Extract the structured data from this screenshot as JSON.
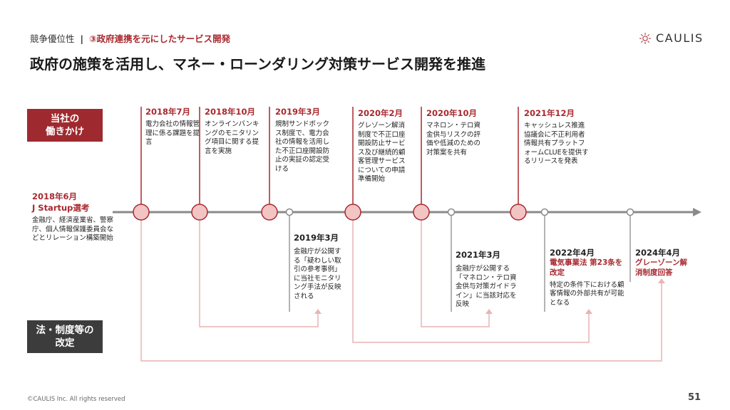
{
  "header": {
    "category": "競争優位性",
    "separator": "|",
    "section": "③政府連携を元にしたサービス開発",
    "title": "政府の施策を活用し、マネー・ローンダリング対策サービス開発を推進"
  },
  "logo": {
    "name": "CAULIS"
  },
  "side_labels": {
    "top": "当社の\n働きかけ",
    "bottom": "法・制度等の\n改定"
  },
  "start_event": {
    "date": "2018年6月",
    "title": "J Startup選考",
    "desc": "金融庁、経済産業省、警察庁、個人情報保護委員会などとリレーション構築開始"
  },
  "top_events": [
    {
      "date": "2018年7月",
      "desc": "電力会社の情報管理に係る課題を提言"
    },
    {
      "date": "2018年10月",
      "desc": "オンラインバンキングのモニタリング項目に関する提言を実施"
    },
    {
      "date": "2019年3月",
      "desc": "規制サンドボックス制度で、電力会社の情報を活用した不正口座開設防止の実証の認定受ける"
    },
    {
      "date": "2020年2月",
      "desc": "グレゾーン解消制度で不正口座開設防止サービス及び継続的顧客管理サービスについての申請準備開始"
    },
    {
      "date": "2020年10月",
      "desc": "マネロン・テロ資金供与リスクの評価や低減のための対策案を共有"
    },
    {
      "date": "2021年12月",
      "desc": "キャッシュレス推進協議会に不正利用者情報共有プラットフォームCLUEを提供するリリースを発表"
    }
  ],
  "bottom_events": [
    {
      "date": "2019年3月",
      "subtitle": "",
      "desc": "金融庁が公開する「疑わしい取引の参考事例」に当社モニタリング手法が反映される"
    },
    {
      "date": "2021年3月",
      "subtitle": "",
      "desc": "金融庁が公開する「マネロン・テロ資金供与対策ガイドライン」に当該対応を反映"
    },
    {
      "date": "2022年4月",
      "subtitle": "電気事業法 第23条を改定",
      "desc": "特定の条件下における顧客情報の外部共有が可能となる"
    },
    {
      "date": "2024年4月",
      "subtitle": "グレーゾーン解消制度回答",
      "desc": ""
    }
  ],
  "colors": {
    "accent": "#a8292f",
    "node_fill": "#f2c4c4",
    "connector": "#e8b4b4",
    "timeline": "#8a8a8a"
  },
  "footer": {
    "copyright": "©CAULIS Inc. All rights reserved",
    "page": "51"
  }
}
